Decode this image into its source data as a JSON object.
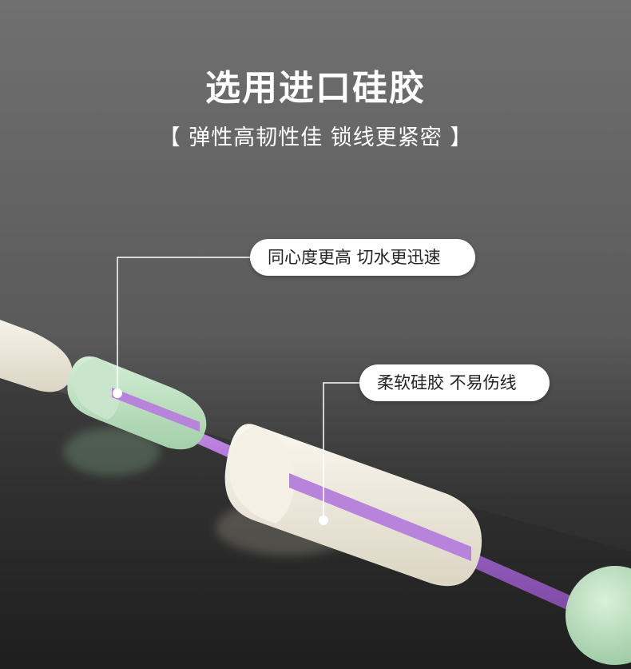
{
  "title": "选用进口硅胶",
  "subtitle": "【 弹性高韧性佳 锁线更紧密 】",
  "callouts": [
    {
      "text": "同心度更高 切水更迅速"
    },
    {
      "text": "柔软硅胶 不易伤线"
    }
  ],
  "colors": {
    "background_top": "#6b6b6b",
    "background_bottom": "#2a2a2a",
    "silicone_white": "#f1ece0",
    "silicone_green": "#bfe0c4",
    "line_purple": "#b07ad6",
    "pill_background": "#ffffff",
    "pill_text": "#222222"
  }
}
